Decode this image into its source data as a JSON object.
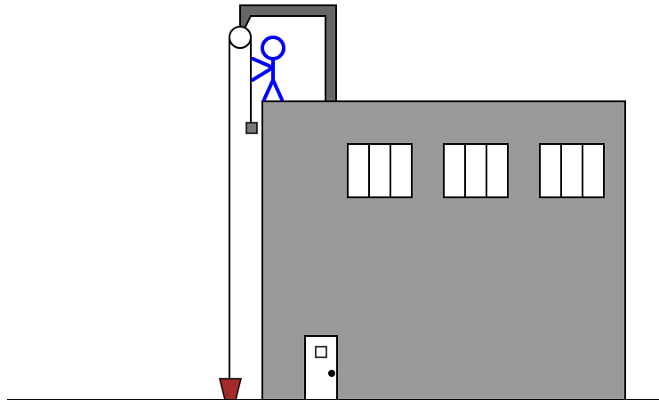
{
  "scene": {
    "elements": [
      "ground",
      "building",
      "windows",
      "door",
      "roof-frame",
      "pulley",
      "rope",
      "counterweight",
      "bucket",
      "stick-figure"
    ],
    "windows": [
      {
        "panes": 3
      },
      {
        "panes": 3
      },
      {
        "panes": 3
      }
    ]
  },
  "colors": {
    "background": "#ffffff",
    "outline": "#000000",
    "building": "#999999",
    "frame": "#666666",
    "window": "#ffffff",
    "door": "#ffffff",
    "counterweight": "#777777",
    "bucket": "#a52a2a",
    "figure": "#0000ff"
  }
}
